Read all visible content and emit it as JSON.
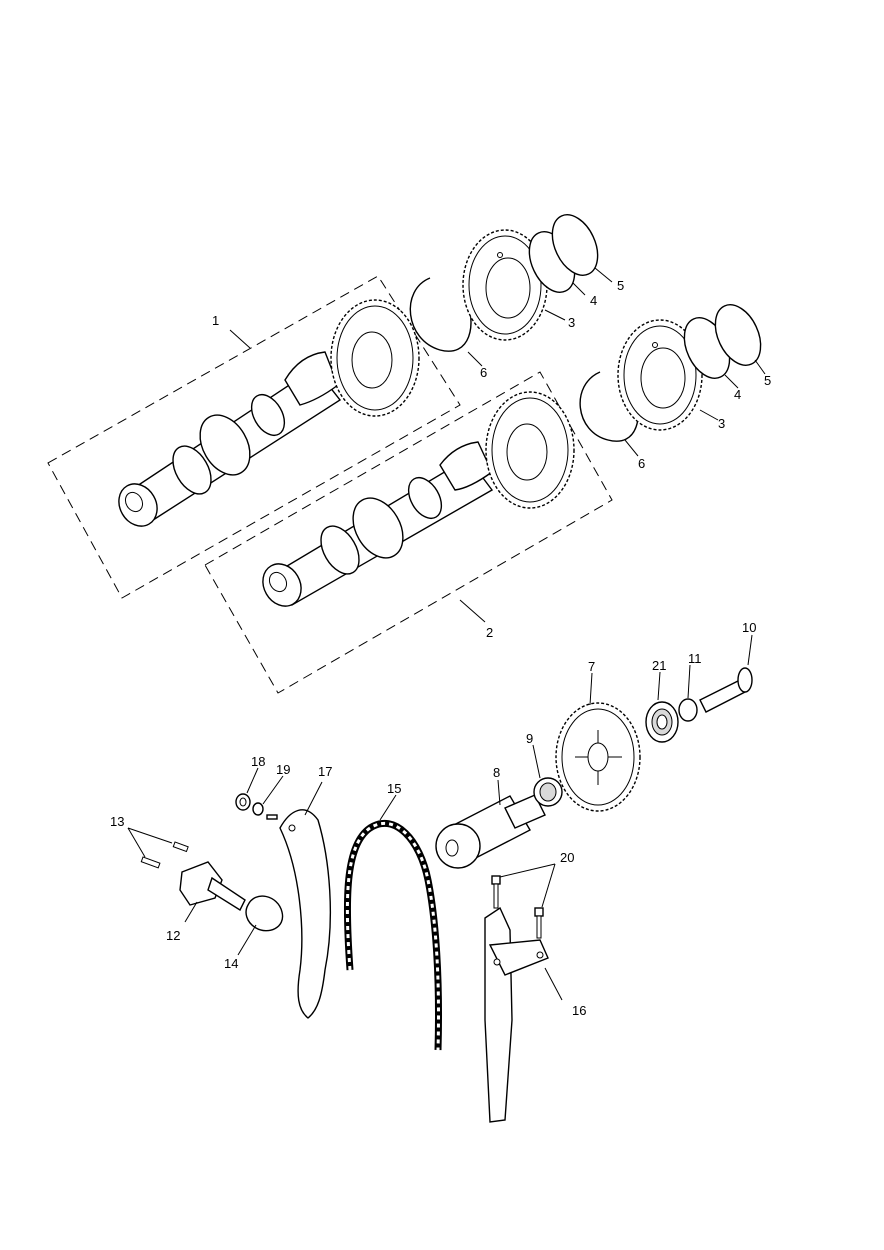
{
  "callouts": [
    {
      "id": "1",
      "text": "1"
    },
    {
      "id": "2",
      "text": "2"
    },
    {
      "id": "3a",
      "text": "3"
    },
    {
      "id": "3b",
      "text": "3"
    },
    {
      "id": "4a",
      "text": "4"
    },
    {
      "id": "4b",
      "text": "4"
    },
    {
      "id": "5a",
      "text": "5"
    },
    {
      "id": "5b",
      "text": "5"
    },
    {
      "id": "6a",
      "text": "6"
    },
    {
      "id": "6b",
      "text": "6"
    },
    {
      "id": "7",
      "text": "7"
    },
    {
      "id": "8",
      "text": "8"
    },
    {
      "id": "9",
      "text": "9"
    },
    {
      "id": "10",
      "text": "10"
    },
    {
      "id": "11",
      "text": "11"
    },
    {
      "id": "12",
      "text": "12"
    },
    {
      "id": "13",
      "text": "13"
    },
    {
      "id": "14",
      "text": "14"
    },
    {
      "id": "15",
      "text": "15"
    },
    {
      "id": "16",
      "text": "16"
    },
    {
      "id": "17",
      "text": "17"
    },
    {
      "id": "18",
      "text": "18"
    },
    {
      "id": "19",
      "text": "19"
    },
    {
      "id": "20",
      "text": "20"
    },
    {
      "id": "21",
      "text": "21"
    }
  ]
}
